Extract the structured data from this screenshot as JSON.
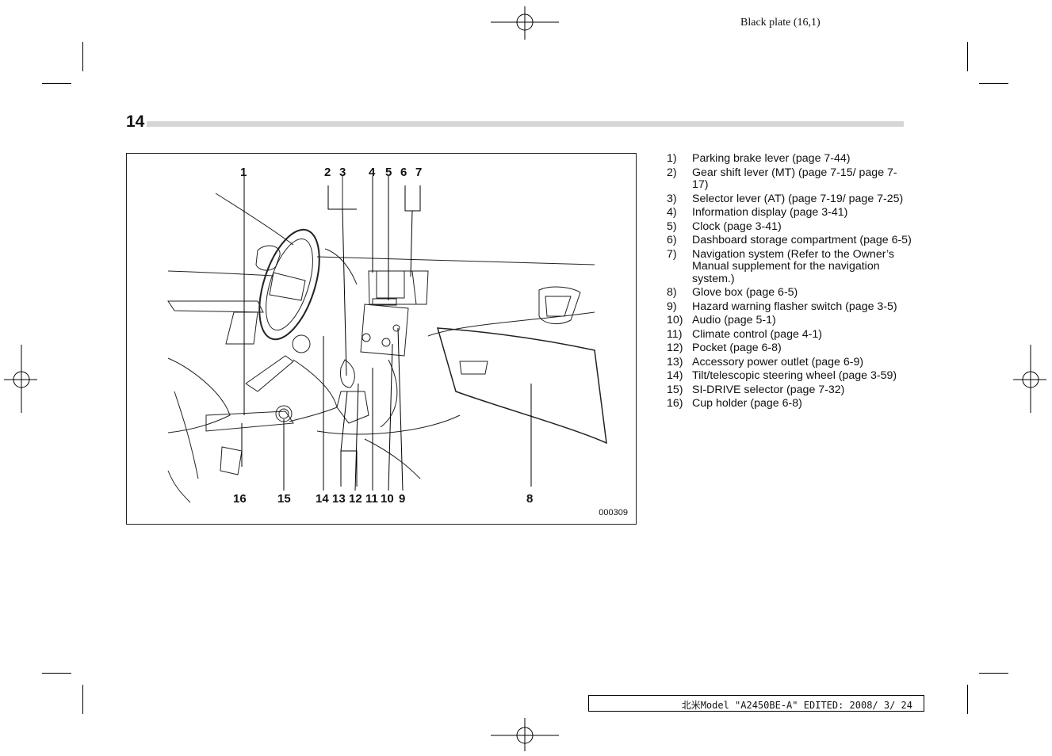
{
  "header": {
    "plate": "Black plate (16,1)",
    "page_number": "14"
  },
  "figure": {
    "id": "000309",
    "top_labels": [
      "1",
      "2",
      "3",
      "4",
      "5",
      "6",
      "7"
    ],
    "bottom_labels": [
      "16",
      "15",
      "14",
      "13",
      "12",
      "11",
      "10",
      "9",
      "8"
    ]
  },
  "items": [
    {
      "num": "1)",
      "text": "Parking brake lever (page 7-44)"
    },
    {
      "num": "2)",
      "text": "Gear shift lever (MT) (page 7-15/ page 7-17)"
    },
    {
      "num": "3)",
      "text": "Selector lever (AT) (page 7-19/ page 7-25)"
    },
    {
      "num": "4)",
      "text": "Information display (page 3-41)"
    },
    {
      "num": "5)",
      "text": "Clock (page 3-41)"
    },
    {
      "num": "6)",
      "text": "Dashboard storage compartment (page 6-5)"
    },
    {
      "num": "7)",
      "text": "Navigation system (Refer to the Owner’s Manual supplement for the navigation system.)"
    },
    {
      "num": "8)",
      "text": "Glove box (page 6-5)"
    },
    {
      "num": "9)",
      "text": "Hazard warning flasher switch (page 3-5)"
    },
    {
      "num": "10)",
      "text": "Audio (page 5-1)"
    },
    {
      "num": "11)",
      "text": "Climate control (page 4-1)"
    },
    {
      "num": "12)",
      "text": "Pocket (page 6-8)"
    },
    {
      "num": "13)",
      "text": "Accessory power outlet (page 6-9)"
    },
    {
      "num": "14)",
      "text": "Tilt/telescopic steering wheel (page 3-59)"
    },
    {
      "num": "15)",
      "text": "SI-DRIVE selector (page 7-32)"
    },
    {
      "num": "16)",
      "text": "Cup holder (page 6-8)"
    }
  ],
  "footer": {
    "edit_info": "北米Model \"A2450BE-A\" EDITED: 2008/ 3/ 24"
  }
}
